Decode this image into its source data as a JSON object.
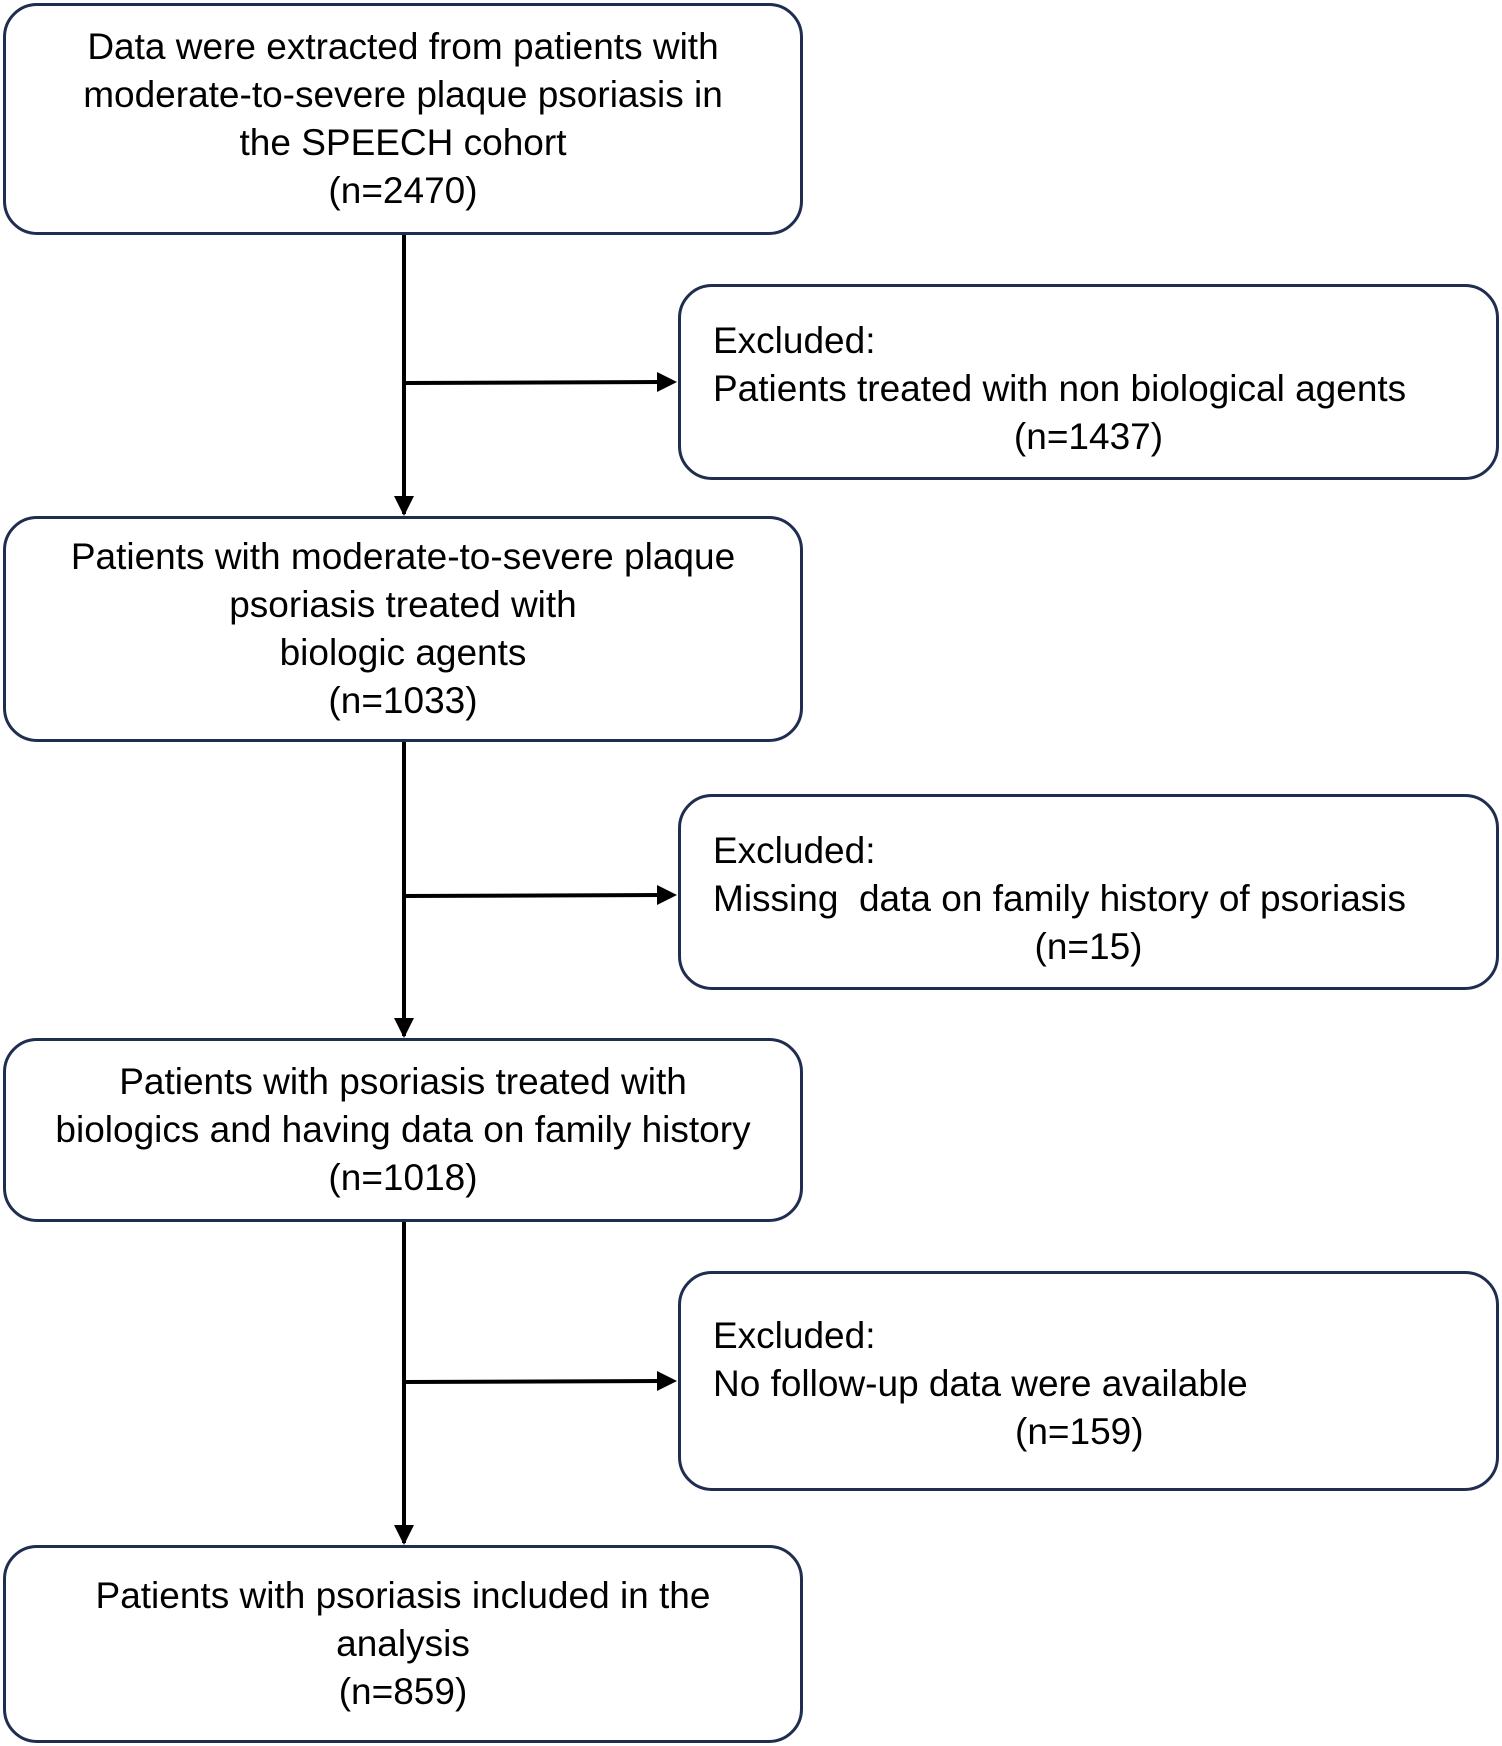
{
  "flow": {
    "steps": [
      {
        "lines": [
          "Data were extracted from patients with",
          "moderate-to-severe plaque psoriasis in",
          "the SPEECH cohort",
          "(n=2470)"
        ]
      },
      {
        "lines": [
          "Patients with moderate-to-severe plaque",
          "psoriasis treated with",
          "biologic agents",
          "(n=1033)"
        ]
      },
      {
        "lines": [
          "Patients with psoriasis treated with",
          "biologics and having data on family history",
          "(n=1018)"
        ]
      },
      {
        "lines": [
          "Patients with psoriasis included in the",
          "analysis",
          "(n=859)"
        ]
      }
    ],
    "exclusions": [
      {
        "heading": "Excluded:",
        "reason": "Patients treated with non biological agents",
        "count": "(n=1437)"
      },
      {
        "heading": "Excluded:",
        "reason": "Missing  data on family history of psoriasis",
        "count": "(n=15)"
      },
      {
        "heading": "Excluded:",
        "reason": "No follow-up data were available",
        "count": "(n=159)"
      }
    ],
    "colors": {
      "box_border": "#1f2d4f",
      "arrow": "#000000",
      "text": "#000000",
      "background": "#ffffff"
    }
  }
}
